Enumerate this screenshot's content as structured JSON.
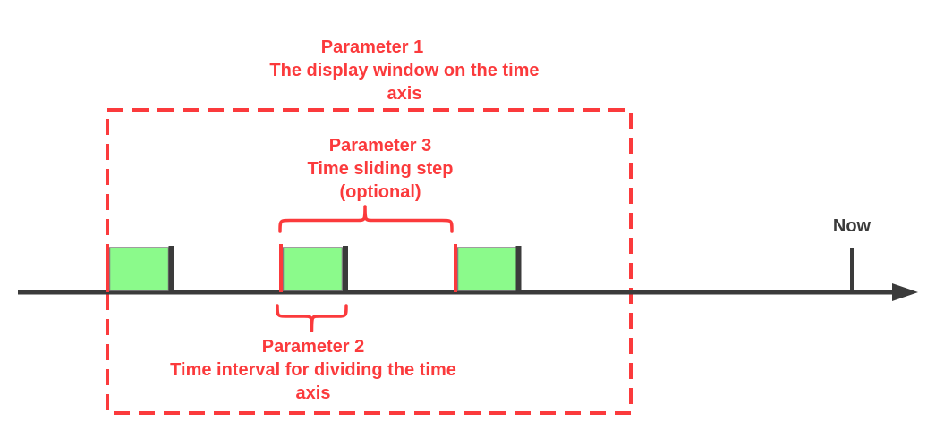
{
  "labels": {
    "parameter1": {
      "title": "Parameter 1",
      "desc_line1": "The display window on the time",
      "desc_line2": "axis"
    },
    "parameter3": {
      "title": "Parameter 3",
      "desc_line1": "Time sliding step",
      "desc_line2": "(optional)"
    },
    "parameter2": {
      "title": "Parameter 2",
      "desc_line1": "Time interval for dividing the time",
      "desc_line2": "axis"
    },
    "now_marker": "Now"
  },
  "colors": {
    "annotation_red": "#FB3A3C",
    "block_green": "#8BFA8B",
    "block_border_gray": "#7F7F7F",
    "axis_dark": "#3B3B3B",
    "canvas_white": "#FFFFFF"
  },
  "icons": {
    "axis_arrowhead": "right-arrowhead-icon",
    "sliding_step_brace": "curly-brace-cusp-up",
    "interval_brace": "curly-brace-cusp-down"
  }
}
